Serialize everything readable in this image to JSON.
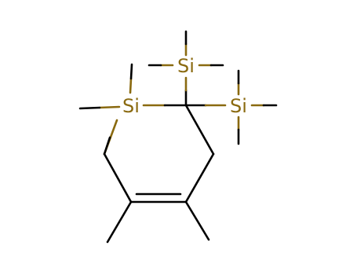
{
  "structure": {
    "atoms": {
      "si_ring": "Si",
      "si_top": "Si",
      "si_right": "Si"
    },
    "colors": {
      "bond": "#000000",
      "silicon": "#8a6a10",
      "background": "#ffffff"
    }
  }
}
